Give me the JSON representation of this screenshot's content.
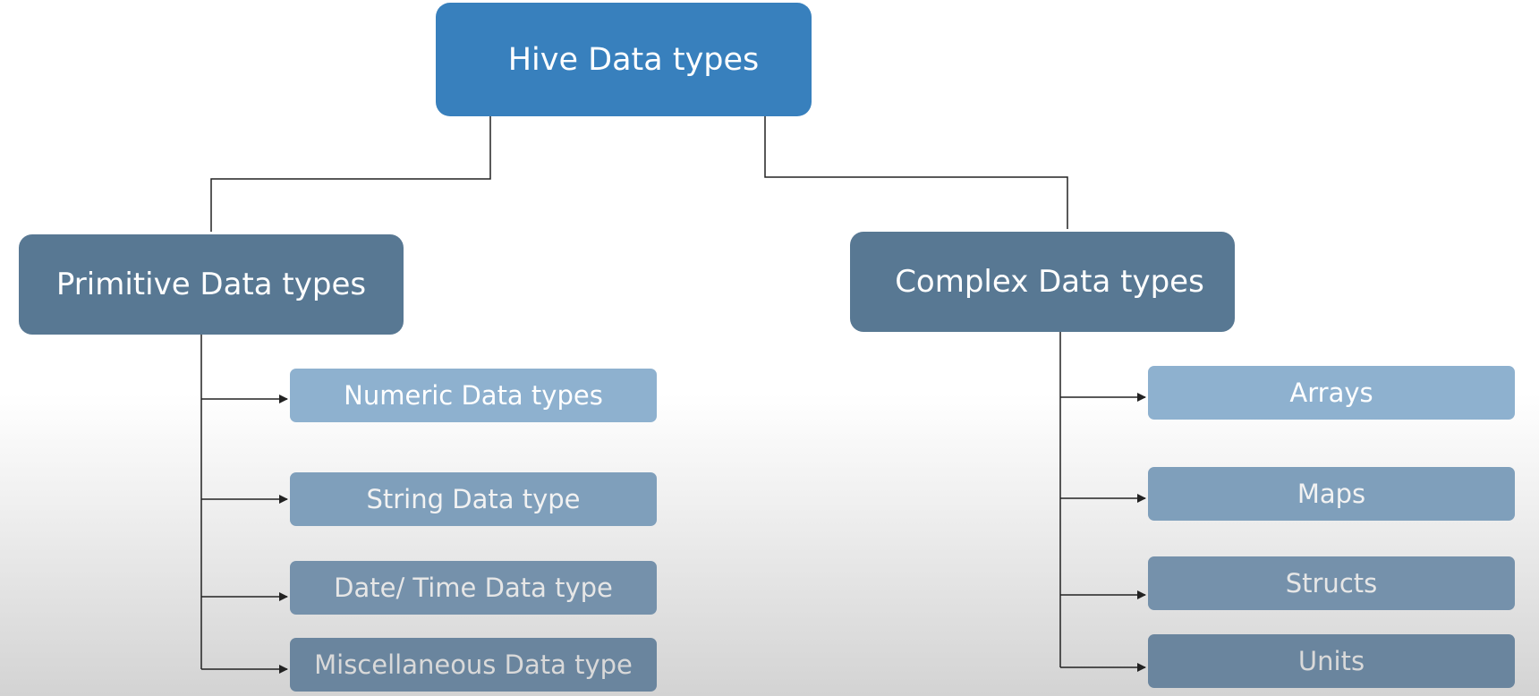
{
  "root": {
    "label": "Hive Data types"
  },
  "primitive": {
    "label": "Primitive Data types",
    "children": [
      {
        "label": "Numeric Data types"
      },
      {
        "label": "String Data type"
      },
      {
        "label": "Date/ Time Data type"
      },
      {
        "label": "Miscellaneous Data type"
      }
    ]
  },
  "complex": {
    "label": "Complex Data types",
    "children": [
      {
        "label": "Arrays"
      },
      {
        "label": "Maps"
      },
      {
        "label": "Structs"
      },
      {
        "label": "Units"
      }
    ]
  },
  "colors": {
    "root": "#3880bd",
    "category": "#587893",
    "leaf_1": "#8eb1cf",
    "leaf_2": "#7f9fbb",
    "leaf_3": "#7591ab",
    "leaf_4": "#6a859e",
    "connector": "#222222",
    "leaf_text_1": "#ffffff",
    "leaf_text_2": "#f2f2f2",
    "leaf_text_3": "#e6e6e6",
    "leaf_text_4": "#d9d9d9"
  }
}
